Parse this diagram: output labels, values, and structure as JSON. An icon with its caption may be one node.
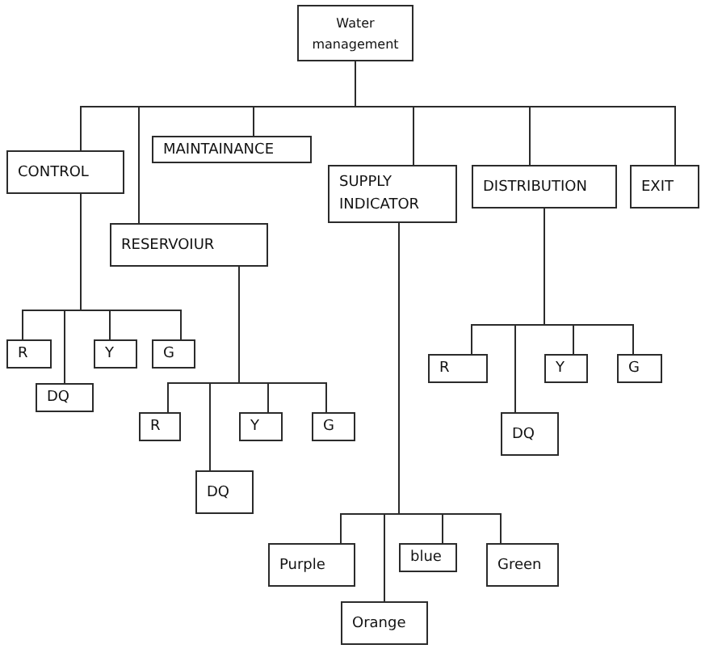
{
  "diagram": {
    "nodes": [
      {
        "text": [
          "Water management"
        ]
      },
      {
        "text": [
          "CONTROL"
        ]
      },
      {
        "text": [
          "RESERVOIUR"
        ]
      },
      {
        "text": [
          "MAINTAINANCE"
        ]
      },
      {
        "text": [
          "SUPPLY INDICATOR"
        ]
      },
      {
        "text": [
          "DISTRIBUTION"
        ]
      },
      {
        "text": [
          "EXIT"
        ]
      },
      {
        "text": [
          "R"
        ]
      },
      {
        "text": [
          "DQ"
        ]
      },
      {
        "text": [
          "Y"
        ]
      },
      {
        "text": [
          "G"
        ]
      },
      {
        "text": [
          "R"
        ]
      },
      {
        "text": [
          "DQ"
        ]
      },
      {
        "text": [
          "Y"
        ]
      },
      {
        "text": [
          "G"
        ]
      },
      {
        "text": [
          "R"
        ]
      },
      {
        "text": [
          "DQ"
        ]
      },
      {
        "text": [
          "Y"
        ]
      },
      {
        "text": [
          "G"
        ]
      },
      {
        "text": [
          "Purple"
        ]
      },
      {
        "text": [
          "Orange"
        ]
      },
      {
        "text": [
          "blue"
        ]
      },
      {
        "text": [
          "Green"
        ]
      }
    ],
    "edges": [
      {
        "from": 0,
        "to": 1,
        "arrow": "none"
      },
      {
        "from": 0,
        "to": 2,
        "arrow": "none"
      },
      {
        "from": 0,
        "to": 3,
        "arrow": "none"
      },
      {
        "from": 0,
        "to": 4,
        "arrow": "none"
      },
      {
        "from": 0,
        "to": 5,
        "arrow": "none"
      },
      {
        "from": 0,
        "to": 6,
        "arrow": "none"
      },
      {
        "from": 1,
        "to": 7,
        "arrow": "none"
      },
      {
        "from": 1,
        "to": 8,
        "arrow": "none"
      },
      {
        "from": 1,
        "to": 9,
        "arrow": "none"
      },
      {
        "from": 1,
        "to": 10,
        "arrow": "none"
      },
      {
        "from": 2,
        "to": 11,
        "arrow": "none"
      },
      {
        "from": 2,
        "to": 12,
        "arrow": "none"
      },
      {
        "from": 2,
        "to": 13,
        "arrow": "none"
      },
      {
        "from": 2,
        "to": 14,
        "arrow": "none"
      },
      {
        "from": 5,
        "to": 15,
        "arrow": "none"
      },
      {
        "from": 5,
        "to": 16,
        "arrow": "none"
      },
      {
        "from": 5,
        "to": 17,
        "arrow": "none"
      },
      {
        "from": 5,
        "to": 18,
        "arrow": "none"
      },
      {
        "from": 4,
        "to": 19,
        "arrow": "none"
      },
      {
        "from": 4,
        "to": 20,
        "arrow": "none"
      },
      {
        "from": 4,
        "to": 21,
        "arrow": "none"
      },
      {
        "from": 4,
        "to": 22,
        "arrow": "none"
      }
    ]
  }
}
